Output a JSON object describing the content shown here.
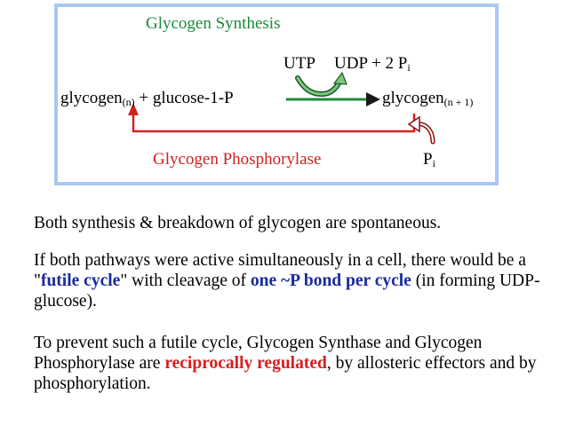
{
  "diagram": {
    "title": "Glycogen Synthesis",
    "cofactor_in": "UTP",
    "cofactor_out": "UDP + 2 P",
    "cofactor_out_sub": "i",
    "substrate_a": "glycogen",
    "substrate_a_sub": "(n)",
    "plus_glucose": " + glucose-1-P",
    "product": "glycogen",
    "product_sub": "(n + 1)",
    "reverse_enzyme": "Glycogen Phosphorylase",
    "reverse_input": "P",
    "reverse_input_sub": "i",
    "colors": {
      "synthesis": "#1a8a3a",
      "phosphorylase": "#d42020",
      "border": "#a8c8f0"
    }
  },
  "text": {
    "p1": "Both synthesis & breakdown of glycogen are spontaneous.",
    "p2_a": "If both pathways were active simultaneously in a cell, there would be a \"",
    "p2_b": "futile cycle",
    "p2_c": "\" with cleavage of ",
    "p2_d": "one ~P bond per cycle",
    "p2_e": " (in forming UDP-glucose).",
    "p3_a": "To prevent such a futile cycle, Glycogen Synthase and Glycogen Phosphorylase are ",
    "p3_b": "reciprocally regulated",
    "p3_c": ", by allosteric effectors and by phosphorylation.",
    "colors": {
      "emphasis_blue": "#1a2aa0",
      "emphasis_red": "#d42020"
    }
  }
}
